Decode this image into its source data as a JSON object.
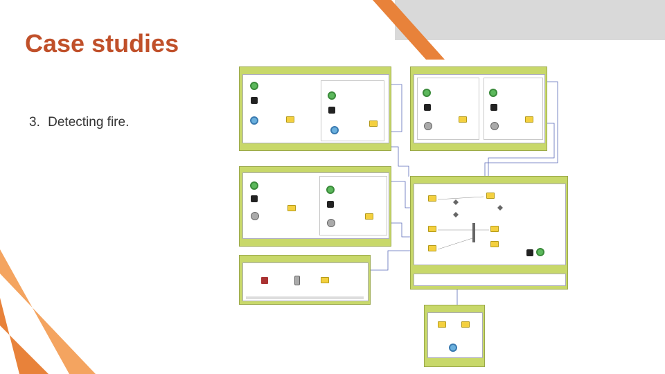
{
  "slide": {
    "title": "Case studies",
    "bullet_number": "3.",
    "bullet_text": "Detecting fire."
  },
  "colors": {
    "title": "#c0502a",
    "accent_orange": "#e8823a",
    "panel_green": "#c8d86a",
    "deco_gray": "#d9d9d9"
  },
  "diagram": {
    "panel_icons": [
      "node-icon",
      "smoke-sensor-icon",
      "alarm-icon",
      "rule-diamond-icon"
    ]
  }
}
